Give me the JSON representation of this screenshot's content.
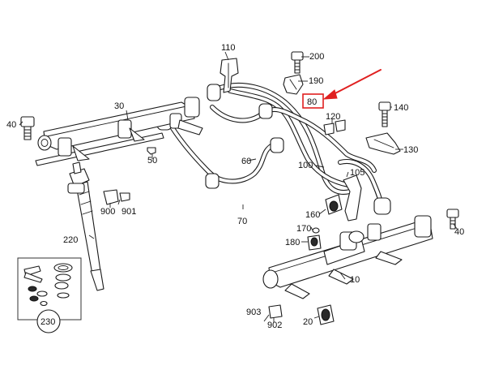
{
  "labels": {
    "p10": "10",
    "p20": "20",
    "p30": "30",
    "p40a": "40",
    "p40b": "40",
    "p50": "50",
    "p60": "60",
    "p70": "70",
    "p80": "80",
    "p100": "100",
    "p105": "105",
    "p110": "110",
    "p120": "120",
    "p130": "130",
    "p140": "140",
    "p160": "160",
    "p170": "170",
    "p180": "180",
    "p190": "190",
    "p200": "200",
    "p220": "220",
    "p230": "230",
    "p900": "900",
    "p901": "901",
    "p902": "902",
    "p903": "903"
  },
  "highlight": {
    "part": "80",
    "box_color": "#e02020",
    "arrow_color": "#e02020"
  }
}
